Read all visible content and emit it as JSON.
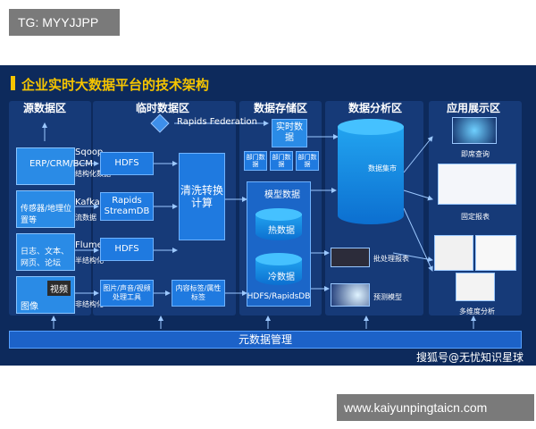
{
  "tags": {
    "top": "TG: MYYJJPP",
    "bottom": "www.kaiyunpingtaicn.com"
  },
  "title": "企业实时大数据平台的技术架构",
  "zones": {
    "source": "源数据区",
    "temp": "临时数据区",
    "storage": "数据存储区",
    "analysis": "数据分析区",
    "display": "应用展示区"
  },
  "sources": [
    {
      "label": "ERP/CRM/BCM",
      "tool": "Sqoop",
      "type": "结构化数据"
    },
    {
      "label": "传感器/地理位置等",
      "tool": "Kafka",
      "type": "流数据"
    },
    {
      "label": "日志、文本、网页、论坛",
      "tool": "Flume",
      "type": "半结构化"
    },
    {
      "label": "视频",
      "sublabel": "图像",
      "tool": "",
      "type": "非结构化"
    }
  ],
  "temp_boxes": [
    "HDFS",
    "Rapids StreamDB",
    "HDFS",
    "图片/声音/视频处理工具"
  ],
  "federation": "Rapids Federation",
  "clean": "清洗转换计算",
  "tagging": "内容标签/属性标签",
  "realtime": "实时数据",
  "depts": [
    "部门数据",
    "部门数据",
    "部门数据"
  ],
  "model": "模型数据",
  "hot": "热数据",
  "cold": "冷数据",
  "hdfs_rapids": "HDFS/RapidsDB",
  "mart": "数据集市",
  "batch_report": "批处理报表",
  "predict": "预测模型",
  "apps": [
    "即席查询",
    "固定报表",
    "多维度分析"
  ],
  "meta": "元数据管理",
  "watermark": "搜狐号@无忧知识星球",
  "colors": {
    "panel": "#0d2a5c",
    "zone": "#163a78",
    "accent": "#f5c400",
    "box": "#1f7ae0"
  }
}
